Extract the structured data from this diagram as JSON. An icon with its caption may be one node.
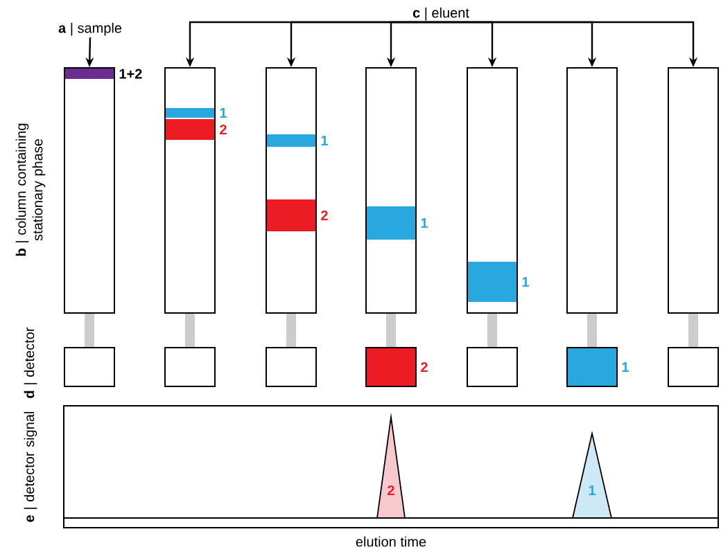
{
  "diagram": {
    "nodes": [
      {
        "text": [
          "**a** | sample"
        ]
      },
      {
        "text": [
          "**c** | eluent"
        ]
      },
      {
        "text": [],
        "shape": "box"
      },
      {
        "text": [],
        "shape": "bar",
        "in": 2,
        "beside": [
          "1+2"
        ]
      },
      {
        "text": [],
        "shape": "box"
      },
      {
        "text": [],
        "shape": "bar",
        "in": 4,
        "beside": [
          "1"
        ]
      },
      {
        "text": [],
        "shape": "bar",
        "in": 4,
        "beside": [
          "2"
        ]
      },
      {
        "text": [],
        "shape": "box"
      },
      {
        "text": [],
        "shape": "bar",
        "in": 7,
        "beside": [
          "1"
        ]
      },
      {
        "text": [],
        "shape": "bar",
        "in": 7,
        "beside": [
          "2"
        ]
      },
      {
        "text": [],
        "shape": "box"
      },
      {
        "text": [],
        "shape": "bar",
        "in": 10,
        "beside": [
          "1"
        ]
      },
      {
        "text": [],
        "shape": "box"
      },
      {
        "text": [],
        "shape": "bar",
        "in": 12,
        "beside": [
          "1"
        ]
      },
      {
        "text": [],
        "shape": "box"
      },
      {
        "text": [],
        "shape": "box"
      },
      {
        "text": [],
        "shape": "box"
      },
      {
        "text": [],
        "shape": "box"
      },
      {
        "text": [],
        "shape": "box"
      },
      {
        "text": [],
        "shape": "box",
        "beside": [
          "2"
        ]
      },
      {
        "text": [],
        "shape": "box"
      },
      {
        "text": [],
        "shape": "box",
        "beside": [
          "1"
        ]
      },
      {
        "text": [],
        "shape": "box"
      },
      {
        "text": [],
        "shape": "box"
      },
      {
        "text": [
          "2"
        ],
        "in": 23
      },
      {
        "text": [
          "1"
        ],
        "in": 23
      }
    ],
    "edges": [
      {
        "from": 0,
        "to": 2,
        "arrow": "to"
      },
      {
        "from": 1,
        "to": 4,
        "arrow": "to"
      },
      {
        "from": 1,
        "to": 7,
        "arrow": "to"
      },
      {
        "from": 1,
        "to": 10,
        "arrow": "to"
      },
      {
        "from": 1,
        "to": 12,
        "arrow": "to"
      },
      {
        "from": 1,
        "to": 14,
        "arrow": "to"
      },
      {
        "from": 1,
        "to": 15,
        "arrow": "to"
      },
      {
        "from": 2,
        "to": 16,
        "arrow": "none",
        "style": "thick",
        "color": "#cccccc"
      },
      {
        "from": 4,
        "to": 17,
        "arrow": "none",
        "style": "thick",
        "color": "#cccccc"
      },
      {
        "from": 7,
        "to": 18,
        "arrow": "none",
        "style": "thick",
        "color": "#cccccc"
      },
      {
        "from": 10,
        "to": 19,
        "arrow": "none",
        "style": "thick",
        "color": "#cccccc"
      },
      {
        "from": 12,
        "to": 20,
        "arrow": "none",
        "style": "thick",
        "color": "#cccccc"
      },
      {
        "from": 14,
        "to": 21,
        "arrow": "none",
        "style": "thick",
        "color": "#cccccc"
      },
      {
        "from": 15,
        "to": 22,
        "arrow": "none",
        "style": "thick",
        "color": "#cccccc"
      }
    ],
    "labels": [
      "**b** | column containing stationary phase",
      "**d** | detector",
      "**e** | detector signal",
      "elution time"
    ]
  }
}
